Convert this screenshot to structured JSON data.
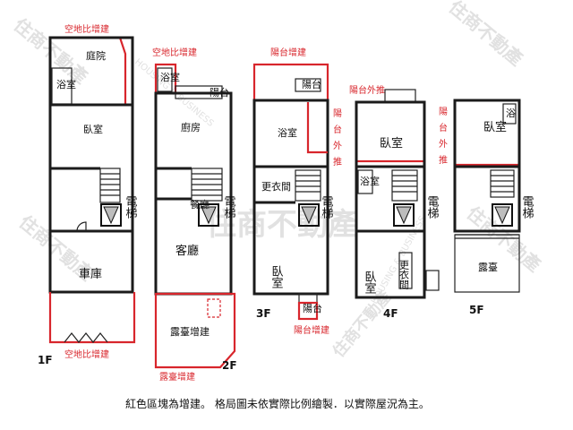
{
  "floors": [
    "1F",
    "2F",
    "3F",
    "4F",
    "5F"
  ],
  "rooms": {
    "f1": {
      "courtyard": "庭院",
      "bath": "浴室",
      "bedroom": "臥室",
      "garage": "車庫",
      "elevator": "電梯"
    },
    "f2": {
      "bath": "浴室",
      "balcony": "陽台",
      "kitchen": "廚房",
      "dining": "餐廳",
      "living": "客廳",
      "elevator": "電梯",
      "terrace": "露臺增建"
    },
    "f3": {
      "bath": "浴室",
      "closet": "更衣間",
      "bedroom": "臥室",
      "balcony": "陽台",
      "balcony_small": "陽台",
      "elevator": "電梯"
    },
    "f4": {
      "bedroom_top": "臥室",
      "bath": "浴室",
      "bedroom": "臥室",
      "closet": "更衣間",
      "elevator": "電梯"
    },
    "f5": {
      "bedroom": "臥室",
      "bath": "浴",
      "elevator": "電梯",
      "terrace": "露臺"
    }
  },
  "annotations": {
    "f1_top": "空地比增建",
    "f1_bottom": "空地比增建",
    "f2_top": "空地比增建",
    "f2_bottom": "露臺增建",
    "f3_top": "陽台增建",
    "f3_side": [
      "陽",
      "台",
      "外",
      "推"
    ],
    "f3_bottom": "陽台增建",
    "f4_top": "陽台外推",
    "f5_side": [
      "陽",
      "台",
      "外",
      "推"
    ]
  },
  "watermark": {
    "center": "住商不動產",
    "diagonal": [
      "住商不動產",
      "HOUSING & BUSINESS"
    ]
  },
  "footer_note": "紅色區塊為增建。 格局圖未依實際比例繪製．以實際屋況為主。"
}
